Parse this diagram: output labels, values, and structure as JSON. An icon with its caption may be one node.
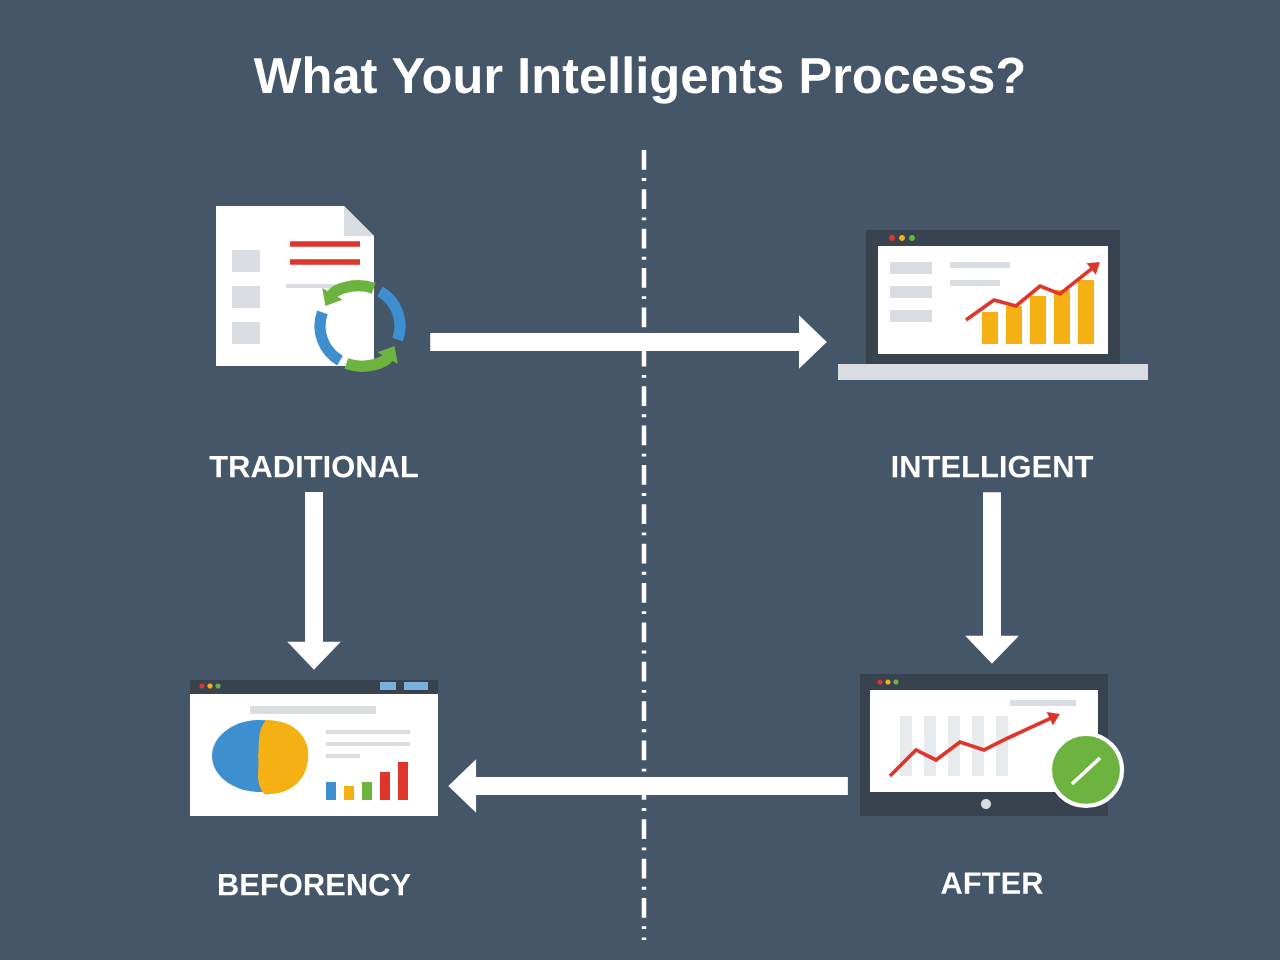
{
  "diagram": {
    "title": "What Your Intelligents Process?",
    "nodes": [
      {
        "text": [
          "TRADITIONAL"
        ]
      },
      {
        "text": [
          "INTELLIGENT"
        ]
      },
      {
        "text": [
          "BEFORENCY"
        ]
      },
      {
        "text": [
          "AFTER"
        ]
      }
    ],
    "edges": [
      {
        "from": 0,
        "to": 1,
        "arrow": "to"
      },
      {
        "from": 0,
        "to": 2,
        "arrow": "to"
      },
      {
        "from": 1,
        "to": 3,
        "arrow": "to"
      },
      {
        "from": 3,
        "to": 2,
        "arrow": "to"
      }
    ]
  }
}
